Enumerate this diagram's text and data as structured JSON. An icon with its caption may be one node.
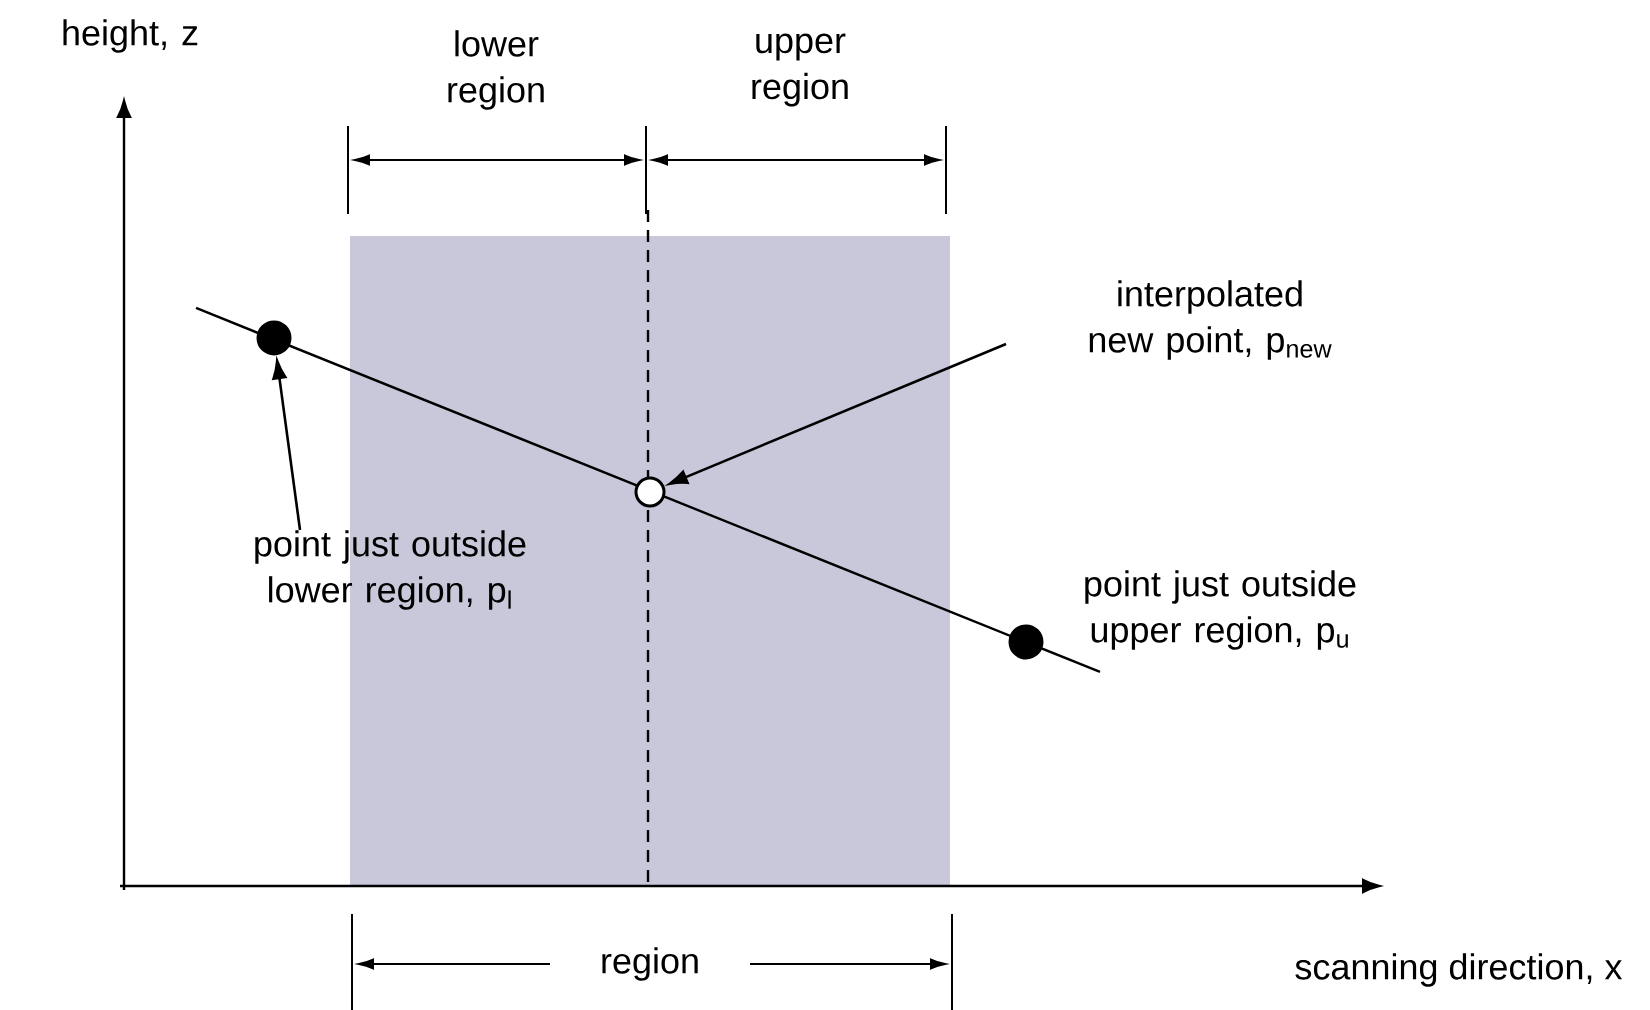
{
  "diagram": {
    "nodes": [
      {
        "text": [],
        "shape": "circle"
      },
      {
        "text": [
          "interpolated new point, p$_{new}$"
        ]
      },
      {
        "text": [],
        "shape": "circle"
      },
      {
        "text": [],
        "shape": "circle",
        "beside": [
          "point just outside upper region, p$_{u}$"
        ]
      },
      {
        "text": [
          "point just outside lower region, p$_{l}$"
        ]
      }
    ],
    "edges": [
      {
        "from": 4,
        "to": 0,
        "arrow": "to"
      },
      {
        "from": 1,
        "to": 2,
        "arrow": "to"
      }
    ],
    "labels": [
      "height, z",
      "lower region",
      "upper region",
      "scanning direction, x",
      "region"
    ]
  }
}
